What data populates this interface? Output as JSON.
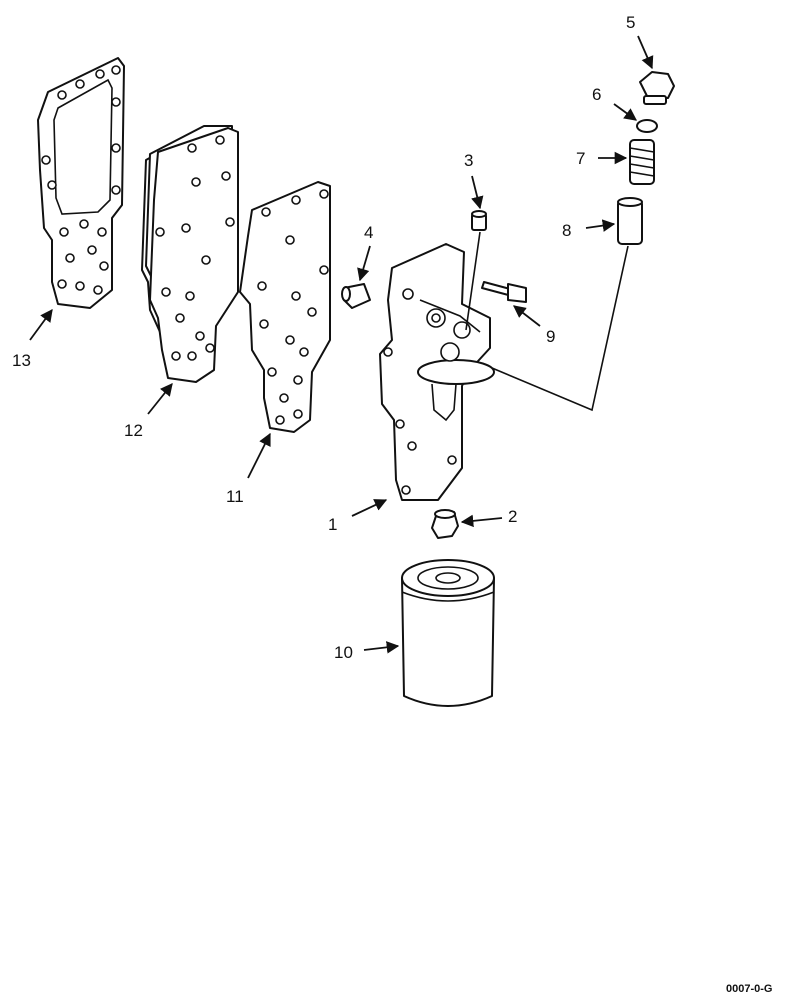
{
  "callouts": [
    {
      "id": "1",
      "label": "1"
    },
    {
      "id": "2",
      "label": "2"
    },
    {
      "id": "3",
      "label": "3"
    },
    {
      "id": "4",
      "label": "4"
    },
    {
      "id": "5",
      "label": "5"
    },
    {
      "id": "6",
      "label": "6"
    },
    {
      "id": "7",
      "label": "7"
    },
    {
      "id": "8",
      "label": "8"
    },
    {
      "id": "9",
      "label": "9"
    },
    {
      "id": "10",
      "label": "10"
    },
    {
      "id": "11",
      "label": "11"
    },
    {
      "id": "12",
      "label": "12"
    },
    {
      "id": "13",
      "label": "13"
    }
  ],
  "figure_code": "0007-0-G"
}
